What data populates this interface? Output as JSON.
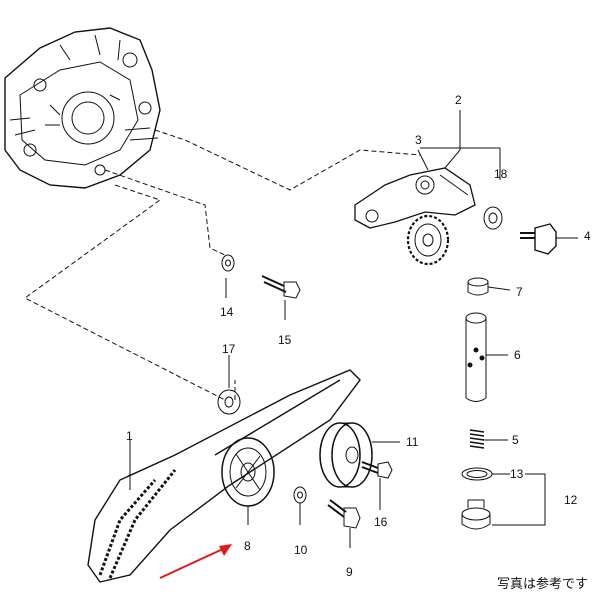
{
  "diagram": {
    "callouts": [
      "1",
      "2",
      "3",
      "4",
      "5",
      "6",
      "7",
      "8",
      "9",
      "10",
      "11",
      "12",
      "13",
      "14",
      "15",
      "16",
      "17",
      "18"
    ],
    "note": "写真は参考です",
    "colors": {
      "ink": "#111111",
      "arrow": "#e01818",
      "background": "#ffffff"
    }
  }
}
